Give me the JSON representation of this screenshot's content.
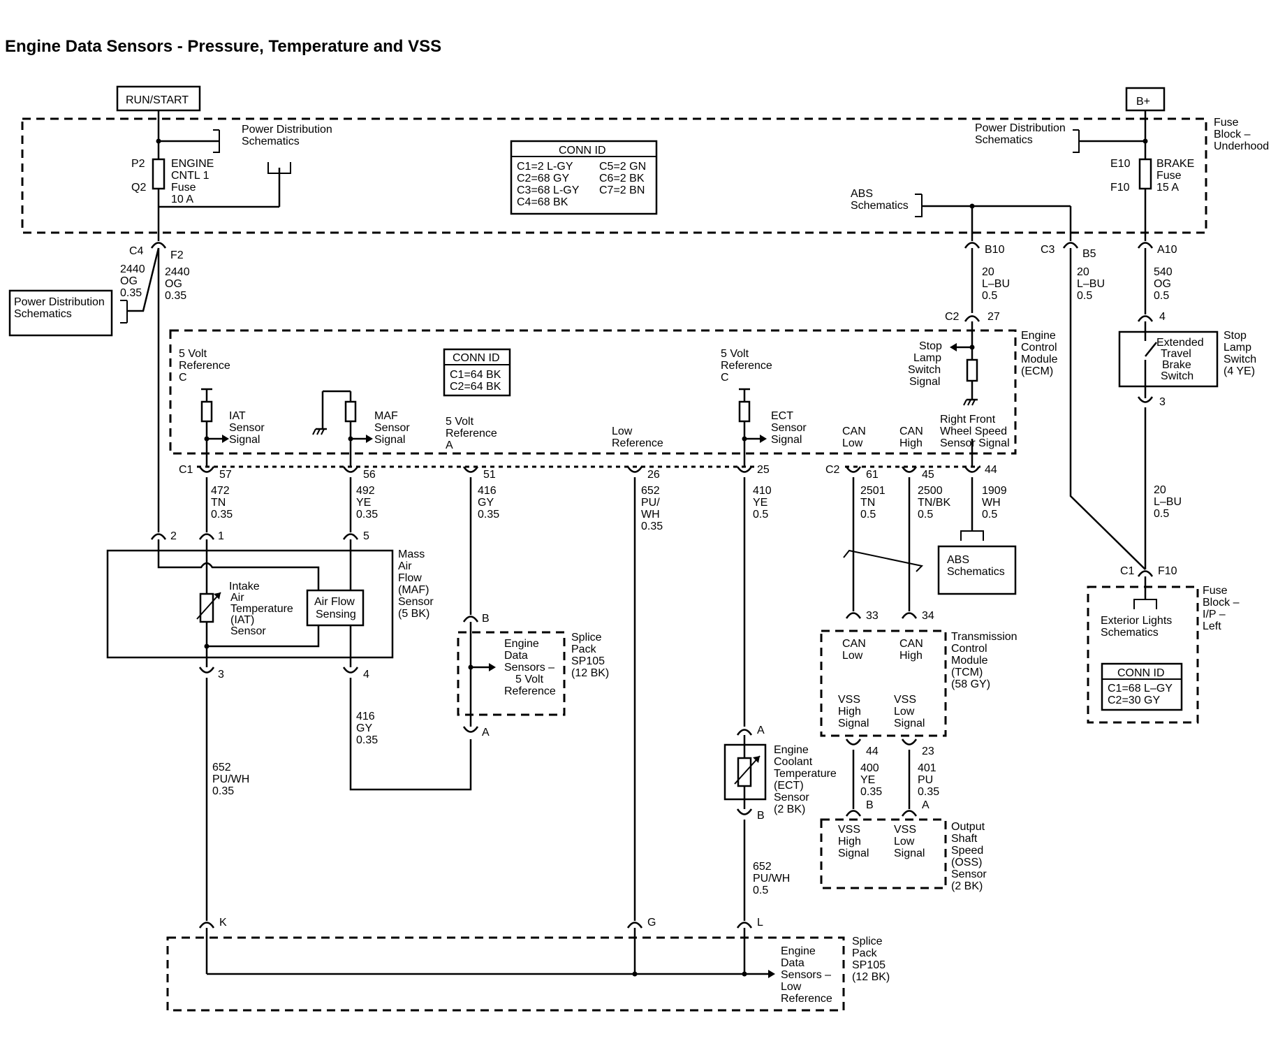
{
  "title": "Engine Data Sensors - Pressure, Temperature and VSS",
  "power": {
    "run_start": "RUN/START",
    "bplus": "B+"
  },
  "fuse_block_underhood": {
    "name": [
      "Fuse",
      "Block –",
      "Underhood"
    ],
    "pds_left": [
      "Power Distribution",
      "Schematics"
    ],
    "pds_right": [
      "Power Distribution",
      "Schematics"
    ],
    "engine_fuse": {
      "pin_top": "P2",
      "pin_bottom": "Q2",
      "label": [
        "ENGINE",
        "CNTL 1",
        "Fuse",
        "10 A"
      ]
    },
    "brake_fuse": {
      "pin_top": "E10",
      "pin_bottom": "F10",
      "label": [
        "BRAKE",
        "Fuse",
        "15 A"
      ]
    },
    "abs": [
      "ABS",
      "Schematics"
    ],
    "conn_id": {
      "title": "CONN ID",
      "rows": [
        "C1=2 L-GY",
        "C2=68 GY",
        "C3=68 L-GY",
        "C4=68 BK"
      ],
      "rows2": [
        "C5=2 GN",
        "C6=2 BK",
        "C7=2 BN"
      ]
    }
  },
  "connectors": {
    "c4": "C4",
    "f2": "F2",
    "b10": "B10",
    "c3": "C3",
    "b5": "B5",
    "a10": "A10",
    "c2_top": "C2",
    "pin27": "27",
    "pin4": "4",
    "pin3": "3",
    "c1_row": "C1",
    "c2_row": "C2",
    "p57": "57",
    "p56": "56",
    "p51": "51",
    "p26": "26",
    "p25": "25",
    "p61": "61",
    "p45": "45",
    "p44": "44",
    "maf2": "2",
    "maf1": "1",
    "maf5": "5",
    "maf3": "3",
    "maf4": "4",
    "spB": "B",
    "spA": "A",
    "ectA": "A",
    "ectB": "B",
    "tcm33": "33",
    "tcm34": "34",
    "tcm44": "44",
    "tcm23": "23",
    "ossB": "B",
    "ossA": "A",
    "c1f": "C1",
    "f10": "F10",
    "k": "K",
    "g": "G",
    "l": "L"
  },
  "wires": {
    "w2440_left": [
      "2440",
      "OG",
      "0.35"
    ],
    "w2440": [
      "2440",
      "OG",
      "0.35"
    ],
    "w20_b10": [
      "20",
      "L–BU",
      "0.5"
    ],
    "w20_b5": [
      "20",
      "L–BU",
      "0.5"
    ],
    "w540": [
      "540",
      "OG",
      "0.5"
    ],
    "w472": [
      "472",
      "TN",
      "0.35"
    ],
    "w492": [
      "492",
      "YE",
      "0.35"
    ],
    "w416a": [
      "416",
      "GY",
      "0.35"
    ],
    "w652a": [
      "652",
      "PU/",
      "WH",
      "0.35"
    ],
    "w410": [
      "410",
      "YE",
      "0.5"
    ],
    "w2501": [
      "2501",
      "TN",
      "0.5"
    ],
    "w2500": [
      "2500",
      "TN/BK",
      "0.5"
    ],
    "w1909": [
      "1909",
      "WH",
      "0.5"
    ],
    "w20_sls": [
      "20",
      "L–BU",
      "0.5"
    ],
    "w416b": [
      "416",
      "GY",
      "0.35"
    ],
    "w652b": [
      "652",
      "PU/WH",
      "0.35"
    ],
    "w400": [
      "400",
      "YE",
      "0.35"
    ],
    "w401": [
      "401",
      "PU",
      "0.35"
    ],
    "w652c": [
      "652",
      "PU/WH",
      "0.5"
    ]
  },
  "ecm": {
    "name": [
      "Engine",
      "Control",
      "Module",
      "(ECM)"
    ],
    "conn_id": {
      "title": "CONN ID",
      "rows": [
        "C1=64 BK",
        "C2=64 BK"
      ]
    },
    "ref_c_left": [
      "5 Volt",
      "Reference",
      "C"
    ],
    "ref_c_right": [
      "5 Volt",
      "Reference",
      "C"
    ],
    "iat_signal": [
      "IAT",
      "Sensor",
      "Signal"
    ],
    "maf_signal": [
      "MAF",
      "Sensor",
      "Signal"
    ],
    "ref_a": [
      "5 Volt",
      "Reference",
      "A"
    ],
    "low_ref": [
      "Low",
      "Reference"
    ],
    "ect_signal": [
      "ECT",
      "Sensor",
      "Signal"
    ],
    "can_low": [
      "CAN",
      "Low"
    ],
    "can_high": [
      "CAN",
      "High"
    ],
    "rf_wheel": [
      "Right Front",
      "Wheel Speed",
      "Sensor Signal"
    ],
    "stop_lamp": [
      "Stop",
      "Lamp",
      "Switch",
      "Signal"
    ]
  },
  "pds_box": [
    "Power Distribution",
    "Schematics"
  ],
  "maf_sensor": {
    "name": [
      "Mass",
      "Air",
      "Flow",
      "(MAF)",
      "Sensor",
      "(5 BK)"
    ],
    "iat": [
      "Intake",
      "Air",
      "Temperature",
      "(IAT)",
      "Sensor"
    ],
    "airflow": [
      "Air Flow",
      "Sensing"
    ]
  },
  "splice_ref": {
    "name": [
      "Splice",
      "Pack",
      "SP105",
      "(12 BK)"
    ],
    "inner": [
      "Engine",
      "Data",
      "Sensors –",
      "5 Volt",
      "Reference"
    ]
  },
  "splice_low": {
    "name": [
      "Splice",
      "Pack",
      "SP105",
      "(12 BK)"
    ],
    "inner": [
      "Engine",
      "Data",
      "Sensors –",
      "Low",
      "Reference"
    ]
  },
  "ect_sensor": [
    "Engine",
    "Coolant",
    "Temperature",
    "(ECT)",
    "Sensor",
    "(2 BK)"
  ],
  "abs_box": [
    "ABS",
    "Schematics"
  ],
  "tcm": {
    "name": [
      "Transmission",
      "Control",
      "Module",
      "(TCM)",
      "(58 GY)"
    ],
    "can_low": [
      "CAN",
      "Low"
    ],
    "can_high": [
      "CAN",
      "High"
    ],
    "vss_high": [
      "VSS",
      "High",
      "Signal"
    ],
    "vss_low": [
      "VSS",
      "Low",
      "Signal"
    ]
  },
  "oss": {
    "name": [
      "Output",
      "Shaft",
      "Speed",
      "(OSS)",
      "Sensor",
      "(2 BK)"
    ],
    "vss_high": [
      "VSS",
      "High",
      "Signal"
    ],
    "vss_low": [
      "VSS",
      "Low",
      "Signal"
    ]
  },
  "stop_switch": {
    "name": [
      "Stop",
      "Lamp",
      "Switch",
      "(4 YE)"
    ],
    "inner": [
      "Extended",
      "Travel",
      "Brake",
      "Switch"
    ]
  },
  "fuse_block_ip": {
    "name": [
      "Fuse",
      "Block –",
      "I/P –",
      "Left"
    ],
    "ext_lights": [
      "Exterior Lights",
      "Schematics"
    ],
    "conn_id": {
      "title": "CONN ID",
      "rows": [
        "C1=68 L–GY",
        "C2=30 GY"
      ]
    }
  }
}
